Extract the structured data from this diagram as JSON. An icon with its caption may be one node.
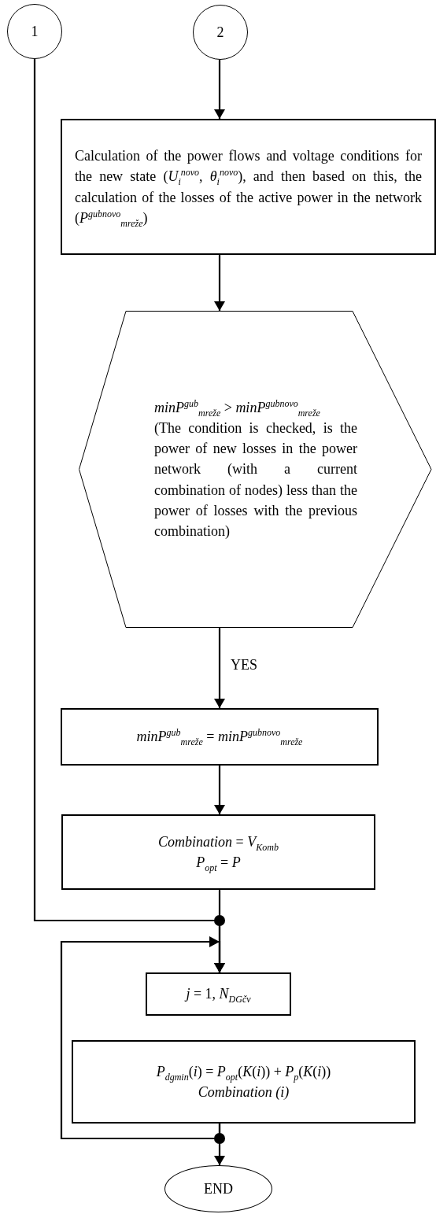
{
  "diagram": {
    "nodes": [
      {
        "text": [
          "1"
        ]
      },
      {
        "text": [
          "2"
        ]
      },
      {
        "text": [
          "Calculation of the power flows and voltage conditions for the new state (*U*$_{i}$$^{novo}$, *θ*$_{i}$$^{novo}$), and then based on this, the calculation of the losses of the active power in the network (*P*$^{gubnovo}$$_{mreže}$)"
        ]
      },
      {
        "text": [
          "*minP*$^{gub}$$_{mreže}$ > *minP*$^{gubnovo}$$_{mreže}$",
          "(The condition is checked, is the power of new losses in the power network (with a current combination of nodes) less than the power of losses with the previous combination)"
        ]
      },
      {
        "text": [
          "*minP*$^{gub}$$_{mreže}$ = *minP*$^{gubnovo}$$_{mreže}$"
        ]
      },
      {
        "text": [
          "*Combination* = *V*$_{Komb}$",
          "*P*$_{opt}$ = *P*"
        ]
      },
      {
        "text": [
          "*j* = 1, *N*$_{DGčv}$"
        ]
      },
      {
        "text": [
          "*P*$_{dgmin}$(*i*) = *P*$_{opt}$(*K*(*i*)) + *P*$_{p}$(*K*(*i*))",
          "Combination (i)"
        ]
      },
      {
        "text": [
          "END"
        ]
      }
    ],
    "edges": [
      {
        "from": 1,
        "to": 2,
        "arrow": "to"
      },
      {
        "from": 2,
        "to": 3,
        "arrow": "to"
      },
      {
        "from": 3,
        "to": 4,
        "arrow": "to",
        "label": "YES"
      },
      {
        "from": 4,
        "to": 5,
        "arrow": "to"
      },
      {
        "from": 5,
        "to": 6,
        "arrow": "to"
      },
      {
        "from": 0,
        "to": 6,
        "arrow": "to"
      },
      {
        "from": 7,
        "to": 6,
        "arrow": "to"
      },
      {
        "from": 7,
        "to": 8,
        "arrow": "to"
      }
    ]
  }
}
